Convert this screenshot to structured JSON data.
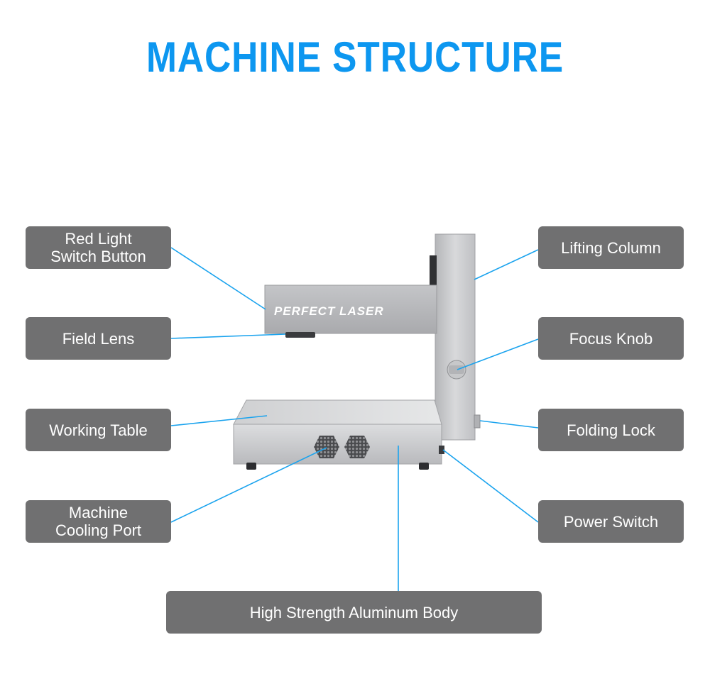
{
  "title": "MACHINE STRUCTURE",
  "brand": "PERFECT LASER",
  "colors": {
    "title": "#0d97f0",
    "label_bg": "#707071",
    "label_text": "#ffffff",
    "leader_line": "#1aa3ee",
    "machine_body": "#c9cacc"
  },
  "labels": {
    "red_light_switch": "Red Light\nSwitch Button",
    "field_lens": "Field Lens",
    "working_table": "Working Table",
    "cooling_port": "Machine\nCooling Port",
    "lifting_column": "Lifting Column",
    "focus_knob": "Focus Knob",
    "folding_lock": "Folding Lock",
    "power_switch": "Power Switch",
    "aluminum_body": "High Strength Aluminum Body"
  }
}
